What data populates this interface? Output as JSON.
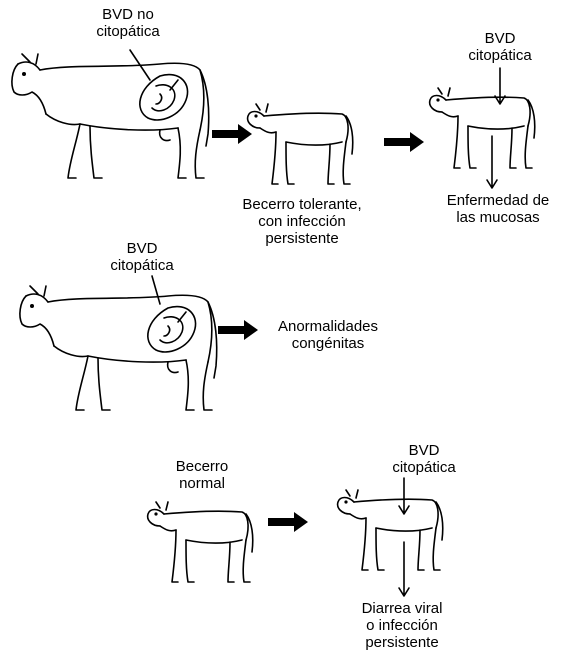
{
  "labels": {
    "top_virus": [
      "BVD no",
      "citopática"
    ],
    "top_right_virus": [
      "BVD",
      "citopática"
    ],
    "tolerant_calf": [
      "Becerro tolerante,",
      "con infección",
      "persistente"
    ],
    "mucosal_disease": [
      "Enfermedad de",
      "las mucosas"
    ],
    "middle_virus": [
      "BVD",
      "citopática"
    ],
    "abnormalities": [
      "Anormalidades",
      "congénitas"
    ],
    "normal_calf": [
      "Becerro",
      "normal"
    ],
    "bottom_virus": [
      "BVD",
      "citopática"
    ],
    "diarrhea": [
      "Diarrea viral",
      "o infección",
      "persistente"
    ]
  }
}
